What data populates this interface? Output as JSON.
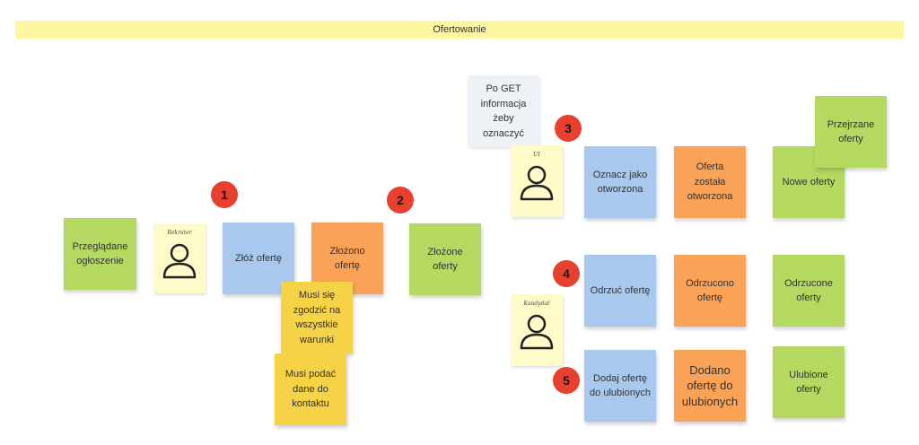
{
  "banner": {
    "title": "Ofertowanie"
  },
  "notes": {
    "przegladane": "Przeglądane ogłoszenie",
    "zloz": "Złóż ofertę",
    "zlozono": "Złożono ofertę",
    "zlozone": "Złożone oferty",
    "musi_zgodzic": "Musi się zgodzić na wszystkie warunki",
    "musi_podac": "Musi podać dane do kontaktu",
    "po_get": "Po GET informacja żeby oznaczyć",
    "oznacz": "Oznacz jako otworzona",
    "oferta_otworzona": "Oferta została otworzona",
    "nowe": "Nowe oferty",
    "przejrzane": "Przejrzane oferty",
    "odrzuc": "Odrzuć ofertę",
    "odrzucono": "Odrzucono ofertę",
    "odrzucone": "Odrzucone oferty",
    "dodaj": "Dodaj ofertę do ulubionych",
    "dodano": "Dodano ofertę do ulubionych",
    "ulubione": "Ulubione oferty"
  },
  "actors": {
    "rekruter": "Rekruter",
    "ui": "UI",
    "kandydat": "Kandydat"
  },
  "badges": {
    "b1": "1",
    "b2": "2",
    "b3": "3",
    "b4": "4",
    "b5": "5"
  },
  "colors": {
    "event_orange": "#f9a258",
    "command_blue": "#a9c8ee",
    "readmodel_green": "#b5d861",
    "policy_yellow": "#f6d246",
    "actor_yellow": "#fefbc9",
    "badge_red": "#e8402e",
    "banner_yellow": "#fdf7a3"
  }
}
